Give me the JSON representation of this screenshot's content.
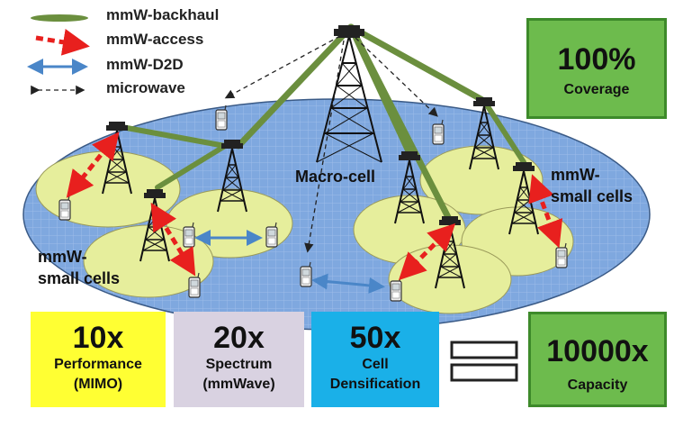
{
  "legend": [
    {
      "label": "mmW-backhaul",
      "icon": "backhaul-line-icon",
      "color": "#6b8f3e"
    },
    {
      "label": "mmW-access",
      "icon": "access-arrow-icon",
      "color": "#e8201e"
    },
    {
      "label": "mmW-D2D",
      "icon": "d2d-arrow-icon",
      "color": "#4a86c8"
    },
    {
      "label": "microwave",
      "icon": "microwave-arrow-icon",
      "color": "#222222"
    }
  ],
  "labels": {
    "macro_cell": "Macro-cell",
    "small_cells_right_1": "mmW-",
    "small_cells_right_2": "small cells",
    "small_cells_left_1": "mmW-",
    "small_cells_left_2": "small cells"
  },
  "coverage_box": {
    "value": "100%",
    "caption": "Coverage",
    "color": "#6dbb4d"
  },
  "metrics": [
    {
      "value": "10x",
      "line1": "Performance",
      "line2": "(MIMO)",
      "color": "#ffff33"
    },
    {
      "value": "20x",
      "line1": "Spectrum",
      "line2": "(mmWave)",
      "color": "#d9d2e1"
    },
    {
      "value": "50x",
      "line1": "Cell",
      "line2": "Densification",
      "color": "#1ab0e8"
    }
  ],
  "capacity_box": {
    "value": "10000x",
    "caption": "Capacity",
    "color": "#6dbb4d"
  },
  "colors": {
    "ellipse_fill": "#7fa8df",
    "small_cell_fill": "#e6ee9c",
    "backhaul": "#6b8f3e",
    "access": "#e8201e",
    "d2d": "#4a86c8"
  }
}
